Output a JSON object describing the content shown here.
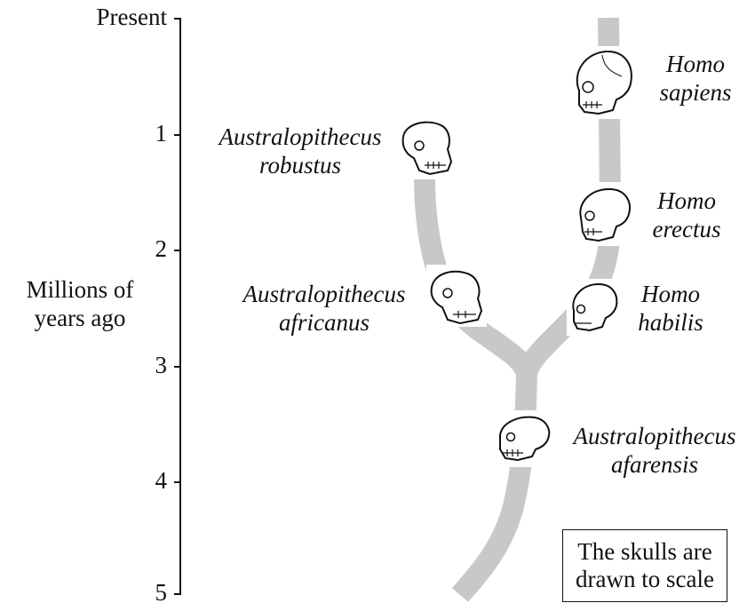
{
  "axis": {
    "title_line1": "Millions of",
    "title_line2": "years ago",
    "ticks": [
      "Present",
      "1",
      "2",
      "3",
      "4",
      "5"
    ]
  },
  "species": [
    {
      "line1": "Homo",
      "line2": "sapiens"
    },
    {
      "line1": "Homo",
      "line2": "erectus"
    },
    {
      "line1": "Homo",
      "line2": "habilis"
    },
    {
      "line1": "Australopithecus",
      "line2": "robustus"
    },
    {
      "line1": "Australopithecus",
      "line2": "africanus"
    },
    {
      "line1": "Australopithecus",
      "line2": "afarensis"
    }
  ],
  "note": {
    "line1": "The skulls are",
    "line2": "drawn to scale"
  },
  "colors": {
    "branch": "#c8c8c8",
    "axis": "#111111"
  },
  "icons": [
    "skull-icon"
  ]
}
